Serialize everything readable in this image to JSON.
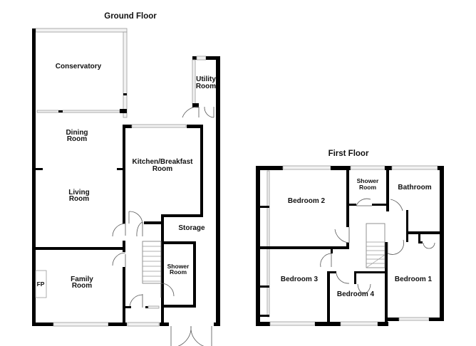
{
  "ground_floor": {
    "title": "Ground Floor",
    "rooms": {
      "conservatory": "Conservatory",
      "utility_1": "Utility",
      "utility_2": "Room",
      "dining_1": "Dining",
      "dining_2": "Room",
      "kitchen_1": "Kitchen/Breakfast",
      "kitchen_2": "Room",
      "living_1": "Living",
      "living_2": "Room",
      "storage": "Storage",
      "shower_1": "Shower",
      "shower_2": "Room",
      "family_1": "Family",
      "family_2": "Room",
      "fireplace": "FP"
    }
  },
  "first_floor": {
    "title": "First Floor",
    "rooms": {
      "bedroom2": "Bedroom 2",
      "shower_1": "Shower",
      "shower_2": "Room",
      "bathroom": "Bathroom",
      "bedroom3": "Bedroom 3",
      "bedroom4": "Bedroom 4",
      "bedroom1": "Bedroom 1"
    }
  },
  "colors": {
    "wall": "#000000",
    "window": "#f2f2f2",
    "background": "#ffffff"
  }
}
